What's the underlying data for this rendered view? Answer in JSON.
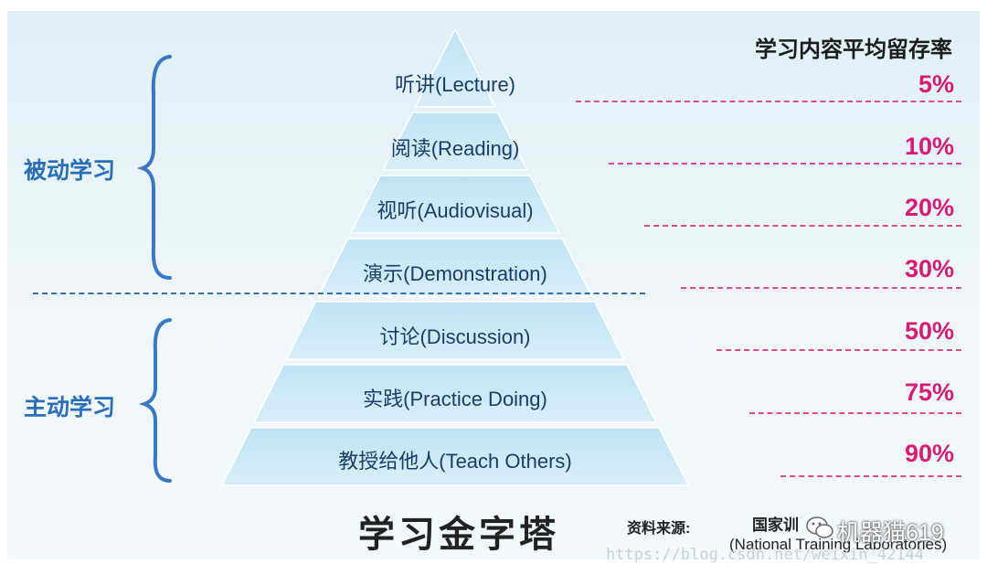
{
  "diagram": {
    "header": "学习内容平均留存率",
    "layers": [
      {
        "label": "听讲(Lecture)",
        "retention": "5%"
      },
      {
        "label": "阅读(Reading)",
        "retention": "10%"
      },
      {
        "label": "视听(Audiovisual)",
        "retention": "20%"
      },
      {
        "label": "演示(Demonstration)",
        "retention": "30%"
      },
      {
        "label": "讨论(Discussion)",
        "retention": "50%"
      },
      {
        "label": "实践(Practice Doing)",
        "retention": "75%"
      },
      {
        "label": "教授给他人(Teach Others)",
        "retention": "90%"
      }
    ],
    "groups": {
      "passive": "被动学习",
      "active": "主动学习"
    },
    "title": "学习金字塔",
    "source": {
      "label": "资料来源:",
      "org": "国家训",
      "org_en": "(National Training Laboratories)"
    },
    "watermark": {
      "handle": "机器猫619",
      "url": "https://blog.csdn.net/weixin_42144"
    },
    "colors": {
      "pyramid_fill": "#cfeaf7",
      "pyramid_band": "#b6def1",
      "accent_pink": "#d81b73",
      "brace_blue": "#3a78c2",
      "label_navy": "#1a3d66"
    }
  }
}
